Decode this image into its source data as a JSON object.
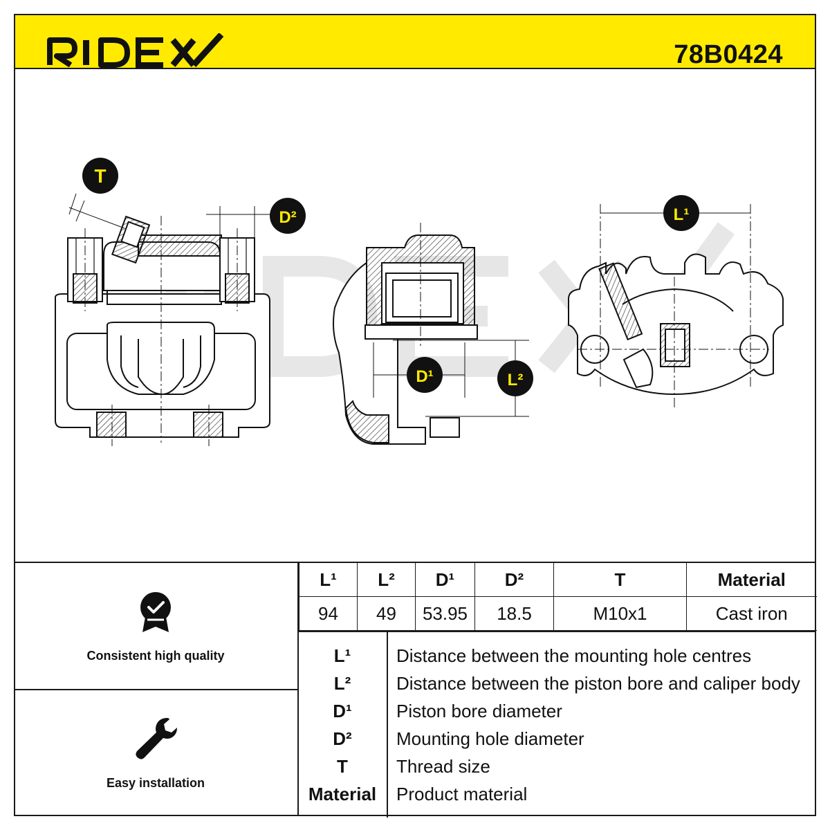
{
  "header": {
    "brand": "RIDEX",
    "part_number": "78B0424",
    "accent_color": "#ffea00"
  },
  "drawing": {
    "watermark": "RIDEX",
    "callouts": {
      "t": "T",
      "d2": "D²",
      "d1": "D¹",
      "l2": "L²",
      "l1": "L¹"
    }
  },
  "features": [
    {
      "label": "Consistent high quality",
      "icon": "quality-badge-icon"
    },
    {
      "label": "Easy installation",
      "icon": "wrench-icon"
    }
  ],
  "specs": {
    "headers": [
      "L¹",
      "L²",
      "D¹",
      "D²",
      "T",
      "Material"
    ],
    "values": [
      "94",
      "49",
      "53.95",
      "18.5",
      "M10x1",
      "Cast iron"
    ]
  },
  "legend": [
    {
      "key": "L¹",
      "text": "Distance between the mounting hole centres"
    },
    {
      "key": "L²",
      "text": "Distance between the piston bore and caliper body"
    },
    {
      "key": "D¹",
      "text": "Piston bore diameter"
    },
    {
      "key": "D²",
      "text": "Mounting hole diameter"
    },
    {
      "key": "T",
      "text": "Thread size"
    },
    {
      "key": "Material",
      "text": "Product material"
    }
  ]
}
